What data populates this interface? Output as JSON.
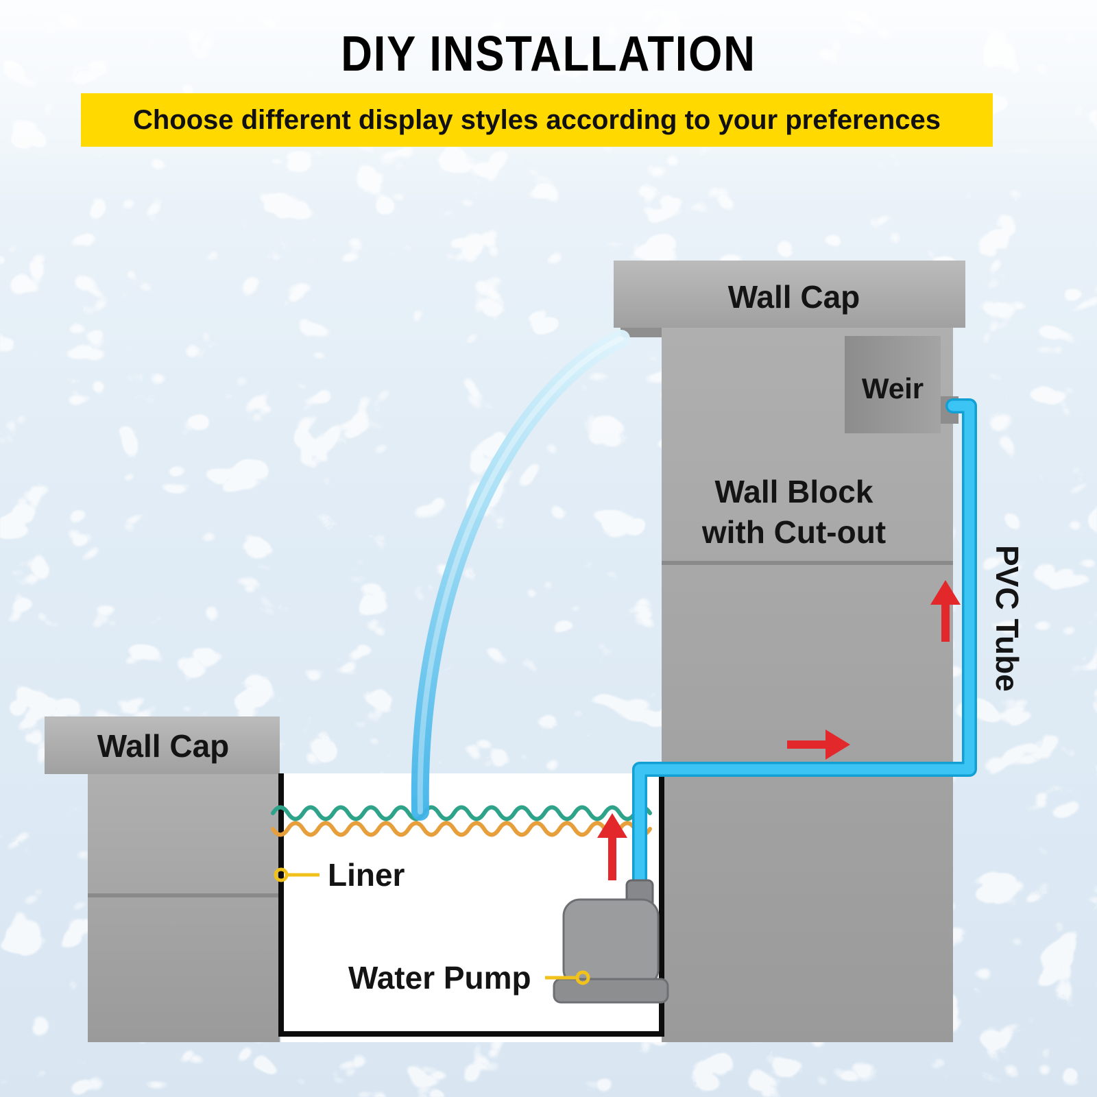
{
  "title": "DIY INSTALLATION",
  "banner": {
    "text": "Choose different display styles according to your preferences"
  },
  "labels": {
    "wall_cap_right": "Wall Cap",
    "weir": "Weir",
    "wall_block_line1": "Wall Block",
    "wall_block_line2": "with Cut-out",
    "pvc_tube": "PVC Tube",
    "wall_cap_left": "Wall Cap",
    "liner": "Liner",
    "water_pump": "Water Pump"
  },
  "colors": {
    "background": "#E3EDF6",
    "banner_bg": "#FFD900",
    "banner_text": "#111111",
    "title_text": "#000000",
    "wall_gray": "#A6A6A6",
    "wall_cap_gray": "#AEAEAE",
    "seam_gray": "#8A8A8A",
    "liner_black": "#0D0D0D",
    "tube_cyan": "#3CC4F4",
    "water_arc_blue": "#41B4E9",
    "arrow_red": "#E3282B",
    "wave_teal": "#2EA389",
    "wave_orange": "#E79F3C",
    "leader_yellow": "#F2C21C",
    "pump_gray": "#9B9C9E",
    "pond_white": "#FFFFFF"
  }
}
